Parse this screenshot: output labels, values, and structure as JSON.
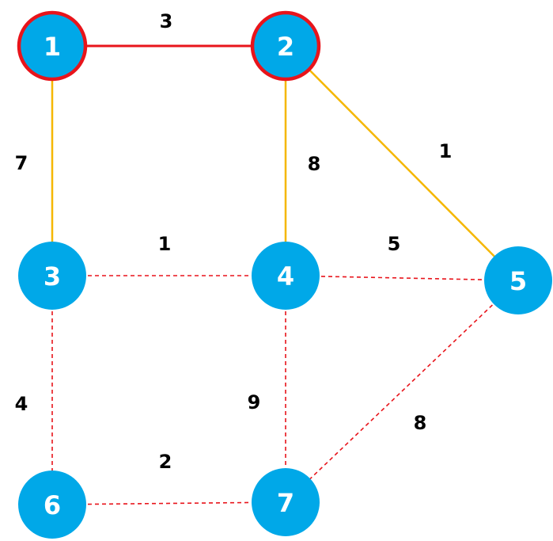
{
  "colors": {
    "node_fill": "#00A8E8",
    "node_text": "#FFFFFF",
    "highlight_stroke": "#E8141B",
    "tree_edge": "#F5B700",
    "selected_edge": "#E8141B",
    "candidate_edge": "#E8141B",
    "weight_text": "#000000"
  },
  "nodes": [
    {
      "id": "1",
      "label": "1",
      "highlighted": true
    },
    {
      "id": "2",
      "label": "2",
      "highlighted": true
    },
    {
      "id": "3",
      "label": "3",
      "highlighted": false
    },
    {
      "id": "4",
      "label": "4",
      "highlighted": false
    },
    {
      "id": "5",
      "label": "5",
      "highlighted": false
    },
    {
      "id": "6",
      "label": "6",
      "highlighted": false
    },
    {
      "id": "7",
      "label": "7",
      "highlighted": false
    }
  ],
  "edges": [
    {
      "from": "1",
      "to": "2",
      "weight": "3",
      "style": "selected"
    },
    {
      "from": "1",
      "to": "3",
      "weight": "7",
      "style": "tree"
    },
    {
      "from": "2",
      "to": "4",
      "weight": "8",
      "style": "tree"
    },
    {
      "from": "2",
      "to": "5",
      "weight": "1",
      "style": "tree"
    },
    {
      "from": "3",
      "to": "4",
      "weight": "1",
      "style": "candidate"
    },
    {
      "from": "4",
      "to": "5",
      "weight": "5",
      "style": "candidate"
    },
    {
      "from": "3",
      "to": "6",
      "weight": "4",
      "style": "candidate"
    },
    {
      "from": "4",
      "to": "7",
      "weight": "9",
      "style": "candidate"
    },
    {
      "from": "5",
      "to": "7",
      "weight": "8",
      "style": "candidate"
    },
    {
      "from": "6",
      "to": "7",
      "weight": "2",
      "style": "candidate"
    }
  ]
}
